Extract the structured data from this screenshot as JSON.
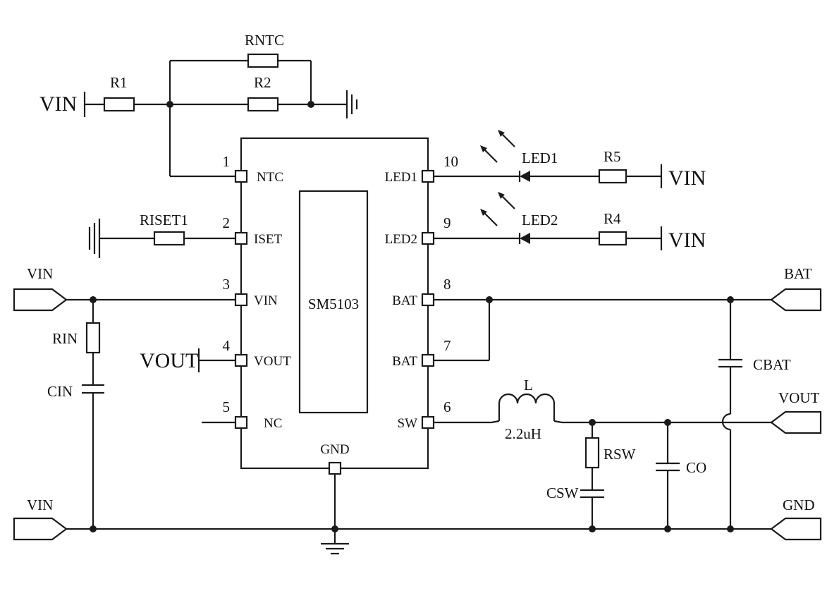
{
  "chip": {
    "name": "SM5103",
    "pins_left": [
      {
        "num": "1",
        "name": "NTC"
      },
      {
        "num": "2",
        "name": "ISET"
      },
      {
        "num": "3",
        "name": "VIN"
      },
      {
        "num": "4",
        "name": "VOUT"
      },
      {
        "num": "5",
        "name": "NC"
      }
    ],
    "pins_right": [
      {
        "num": "10",
        "name": "LED1"
      },
      {
        "num": "9",
        "name": "LED2"
      },
      {
        "num": "8",
        "name": "BAT"
      },
      {
        "num": "7",
        "name": "BAT"
      },
      {
        "num": "6",
        "name": "SW"
      }
    ],
    "gnd_pin": "GND"
  },
  "components": {
    "r1": "R1",
    "r2": "R2",
    "rntc": "RNTC",
    "riset": "RISET1",
    "r5": "R5",
    "r4": "R4",
    "led1": "LED1",
    "led2": "LED2",
    "rin": "RIN",
    "cin": "CIN",
    "inductor": "L",
    "inductor_value": "2.2uH",
    "rsw": "RSW",
    "csw": "CSW",
    "co": "CO",
    "cbat": "CBAT"
  },
  "nets": {
    "vin_top": "VIN",
    "vin_led1": "VIN",
    "vin_led2": "VIN",
    "vout_pin4": "VOUT",
    "port_vin_upper": "VIN",
    "port_vin_lower": "VIN",
    "port_bat": "BAT",
    "port_vout": "VOUT",
    "port_gnd": "GND"
  }
}
